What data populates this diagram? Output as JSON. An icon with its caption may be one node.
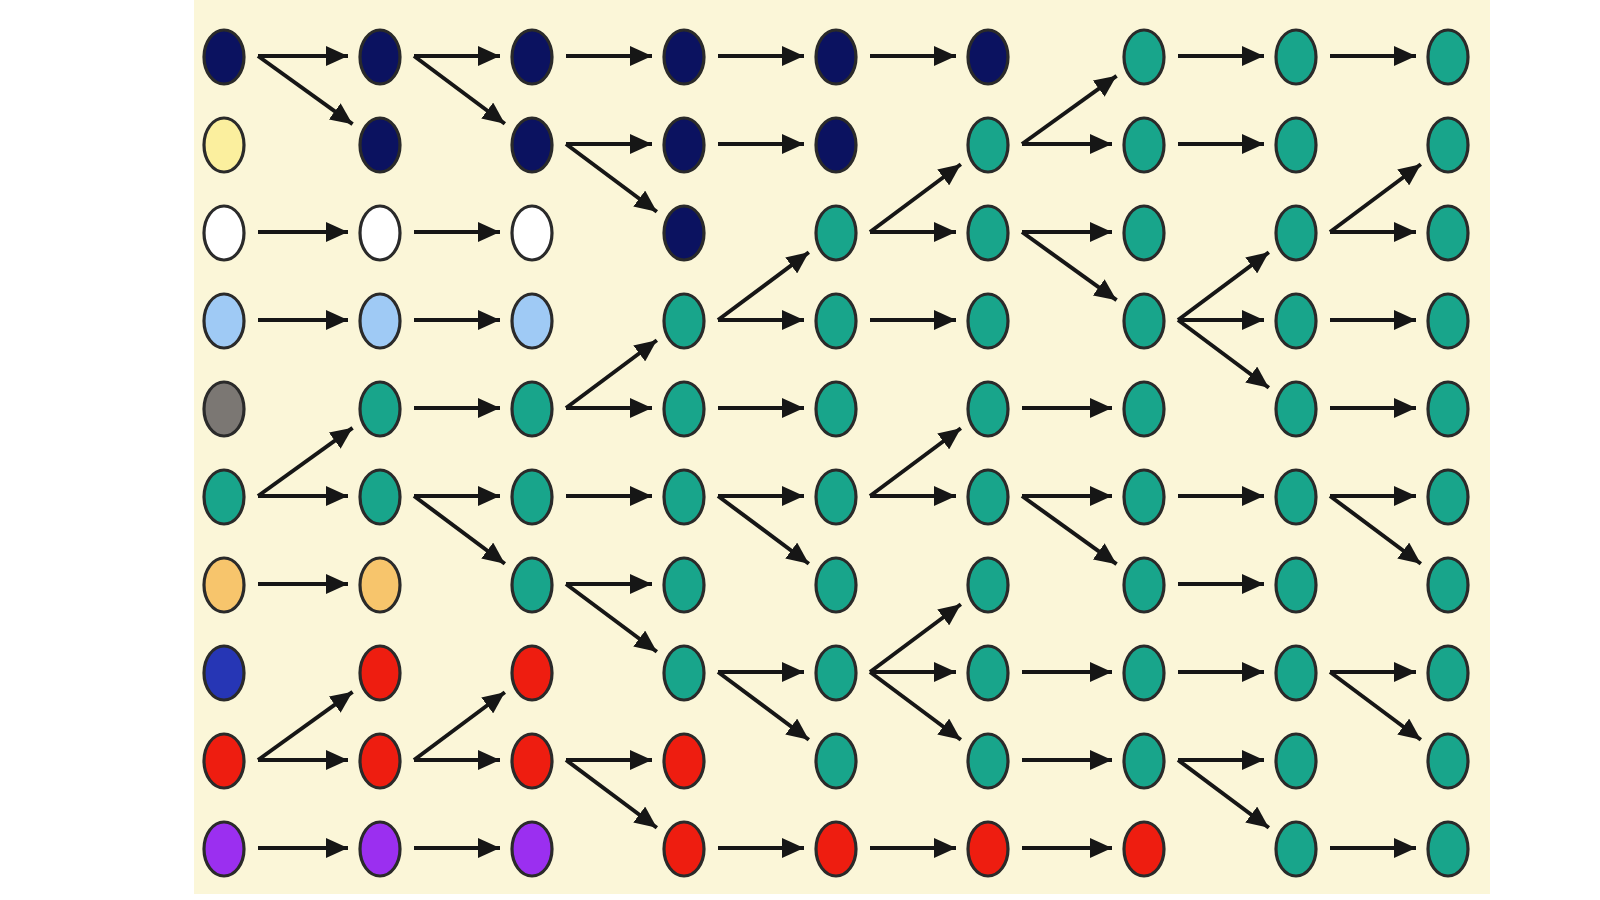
{
  "diagram": {
    "nodes": [
      {
        "text": [],
        "shape": "circle"
      },
      {
        "text": [],
        "shape": "circle"
      },
      {
        "text": [],
        "shape": "circle"
      },
      {
        "text": [],
        "shape": "circle"
      },
      {
        "text": [],
        "shape": "circle"
      },
      {
        "text": [],
        "shape": "circle"
      },
      {
        "text": [],
        "shape": "circle"
      },
      {
        "text": [],
        "shape": "circle"
      },
      {
        "text": [],
        "shape": "circle"
      },
      {
        "text": [],
        "shape": "circle"
      },
      {
        "text": [],
        "shape": "circle"
      },
      {
        "text": [],
        "shape": "circle"
      },
      {
        "text": [],
        "shape": "circle"
      },
      {
        "text": [],
        "shape": "circle"
      },
      {
        "text": [],
        "shape": "circle"
      },
      {
        "text": [],
        "shape": "circle"
      },
      {
        "text": [],
        "shape": "circle"
      },
      {
        "text": [],
        "shape": "circle"
      },
      {
        "text": [],
        "shape": "circle"
      },
      {
        "text": [],
        "shape": "circle"
      },
      {
        "text": [],
        "shape": "circle"
      },
      {
        "text": [],
        "shape": "circle"
      },
      {
        "text": [],
        "shape": "circle"
      },
      {
        "text": [],
        "shape": "circle"
      },
      {
        "text": [],
        "shape": "circle"
      },
      {
        "text": [],
        "shape": "circle"
      },
      {
        "text": [],
        "shape": "circle"
      },
      {
        "text": [],
        "shape": "circle"
      },
      {
        "text": [],
        "shape": "circle"
      },
      {
        "text": [],
        "shape": "circle"
      },
      {
        "text": [],
        "shape": "circle"
      },
      {
        "text": [],
        "shape": "circle"
      },
      {
        "text": [],
        "shape": "circle"
      },
      {
        "text": [],
        "shape": "circle"
      },
      {
        "text": [],
        "shape": "circle"
      },
      {
        "text": [],
        "shape": "circle"
      },
      {
        "text": [],
        "shape": "circle"
      },
      {
        "text": [],
        "shape": "circle"
      },
      {
        "text": [],
        "shape": "circle"
      },
      {
        "text": [],
        "shape": "circle"
      },
      {
        "text": [],
        "shape": "circle"
      },
      {
        "text": [],
        "shape": "circle"
      },
      {
        "text": [],
        "shape": "circle"
      },
      {
        "text": [],
        "shape": "circle"
      },
      {
        "text": [],
        "shape": "circle"
      },
      {
        "text": [],
        "shape": "circle"
      },
      {
        "text": [],
        "shape": "circle"
      },
      {
        "text": [],
        "shape": "circle"
      },
      {
        "text": [],
        "shape": "circle"
      },
      {
        "text": [],
        "shape": "circle"
      },
      {
        "text": [],
        "shape": "circle"
      },
      {
        "text": [],
        "shape": "circle"
      },
      {
        "text": [],
        "shape": "circle"
      },
      {
        "text": [],
        "shape": "circle"
      },
      {
        "text": [],
        "shape": "circle"
      },
      {
        "text": [],
        "shape": "circle"
      },
      {
        "text": [],
        "shape": "circle"
      },
      {
        "text": [],
        "shape": "circle"
      },
      {
        "text": [],
        "shape": "circle"
      },
      {
        "text": [],
        "shape": "circle"
      },
      {
        "text": [],
        "shape": "circle"
      },
      {
        "text": [],
        "shape": "circle"
      },
      {
        "text": [],
        "shape": "circle"
      },
      {
        "text": [],
        "shape": "circle"
      },
      {
        "text": [],
        "shape": "circle"
      },
      {
        "text": [],
        "shape": "circle"
      },
      {
        "text": [],
        "shape": "circle"
      },
      {
        "text": [],
        "shape": "circle"
      },
      {
        "text": [],
        "shape": "circle"
      },
      {
        "text": [],
        "shape": "circle"
      },
      {
        "text": [],
        "shape": "circle"
      },
      {
        "text": [],
        "shape": "circle"
      },
      {
        "text": [],
        "shape": "circle"
      },
      {
        "text": [],
        "shape": "circle"
      },
      {
        "text": [],
        "shape": "circle"
      },
      {
        "text": [],
        "shape": "circle"
      },
      {
        "text": [],
        "shape": "circle"
      },
      {
        "text": [],
        "shape": "circle"
      },
      {
        "text": [],
        "shape": "circle"
      },
      {
        "text": [],
        "shape": "circle"
      },
      {
        "text": [],
        "shape": "circle"
      },
      {
        "text": [],
        "shape": "circle"
      },
      {
        "text": [],
        "shape": "circle"
      },
      {
        "text": [],
        "shape": "circle"
      },
      {
        "text": [],
        "shape": "circle"
      },
      {
        "text": [],
        "shape": "circle"
      },
      {
        "text": [],
        "shape": "circle"
      },
      {
        "text": [],
        "shape": "circle"
      },
      {
        "text": [],
        "shape": "circle"
      },
      {
        "text": [],
        "shape": "circle"
      }
    ],
    "edges": [
      {
        "from": 0,
        "to": 1,
        "arrow": "to"
      },
      {
        "from": 0,
        "to": 10,
        "arrow": "to"
      },
      {
        "from": 18,
        "to": 19,
        "arrow": "to"
      },
      {
        "from": 27,
        "to": 28,
        "arrow": "to"
      },
      {
        "from": 45,
        "to": 37,
        "arrow": "to"
      },
      {
        "from": 45,
        "to": 46,
        "arrow": "to"
      },
      {
        "from": 54,
        "to": 55,
        "arrow": "to"
      },
      {
        "from": 72,
        "to": 64,
        "arrow": "to"
      },
      {
        "from": 72,
        "to": 73,
        "arrow": "to"
      },
      {
        "from": 81,
        "to": 82,
        "arrow": "to"
      },
      {
        "from": 1,
        "to": 2,
        "arrow": "to"
      },
      {
        "from": 1,
        "to": 11,
        "arrow": "to"
      },
      {
        "from": 19,
        "to": 20,
        "arrow": "to"
      },
      {
        "from": 28,
        "to": 29,
        "arrow": "to"
      },
      {
        "from": 37,
        "to": 38,
        "arrow": "to"
      },
      {
        "from": 46,
        "to": 47,
        "arrow": "to"
      },
      {
        "from": 46,
        "to": 56,
        "arrow": "to"
      },
      {
        "from": 73,
        "to": 65,
        "arrow": "to"
      },
      {
        "from": 73,
        "to": 74,
        "arrow": "to"
      },
      {
        "from": 82,
        "to": 83,
        "arrow": "to"
      },
      {
        "from": 2,
        "to": 3,
        "arrow": "to"
      },
      {
        "from": 11,
        "to": 12,
        "arrow": "to"
      },
      {
        "from": 11,
        "to": 21,
        "arrow": "to"
      },
      {
        "from": 38,
        "to": 30,
        "arrow": "to"
      },
      {
        "from": 38,
        "to": 39,
        "arrow": "to"
      },
      {
        "from": 47,
        "to": 48,
        "arrow": "to"
      },
      {
        "from": 56,
        "to": 57,
        "arrow": "to"
      },
      {
        "from": 56,
        "to": 66,
        "arrow": "to"
      },
      {
        "from": 74,
        "to": 75,
        "arrow": "to"
      },
      {
        "from": 74,
        "to": 84,
        "arrow": "to"
      },
      {
        "from": 3,
        "to": 4,
        "arrow": "to"
      },
      {
        "from": 12,
        "to": 13,
        "arrow": "to"
      },
      {
        "from": 30,
        "to": 22,
        "arrow": "to"
      },
      {
        "from": 30,
        "to": 31,
        "arrow": "to"
      },
      {
        "from": 39,
        "to": 40,
        "arrow": "to"
      },
      {
        "from": 48,
        "to": 49,
        "arrow": "to"
      },
      {
        "from": 48,
        "to": 58,
        "arrow": "to"
      },
      {
        "from": 66,
        "to": 67,
        "arrow": "to"
      },
      {
        "from": 66,
        "to": 76,
        "arrow": "to"
      },
      {
        "from": 84,
        "to": 85,
        "arrow": "to"
      },
      {
        "from": 4,
        "to": 5,
        "arrow": "to"
      },
      {
        "from": 22,
        "to": 14,
        "arrow": "to"
      },
      {
        "from": 22,
        "to": 23,
        "arrow": "to"
      },
      {
        "from": 31,
        "to": 32,
        "arrow": "to"
      },
      {
        "from": 49,
        "to": 41,
        "arrow": "to"
      },
      {
        "from": 49,
        "to": 50,
        "arrow": "to"
      },
      {
        "from": 67,
        "to": 59,
        "arrow": "to"
      },
      {
        "from": 67,
        "to": 68,
        "arrow": "to"
      },
      {
        "from": 67,
        "to": 77,
        "arrow": "to"
      },
      {
        "from": 85,
        "to": 86,
        "arrow": "to"
      },
      {
        "from": 14,
        "to": 6,
        "arrow": "to"
      },
      {
        "from": 14,
        "to": 15,
        "arrow": "to"
      },
      {
        "from": 23,
        "to": 24,
        "arrow": "to"
      },
      {
        "from": 23,
        "to": 33,
        "arrow": "to"
      },
      {
        "from": 41,
        "to": 42,
        "arrow": "to"
      },
      {
        "from": 50,
        "to": 51,
        "arrow": "to"
      },
      {
        "from": 50,
        "to": 60,
        "arrow": "to"
      },
      {
        "from": 68,
        "to": 69,
        "arrow": "to"
      },
      {
        "from": 77,
        "to": 78,
        "arrow": "to"
      },
      {
        "from": 86,
        "to": 87,
        "arrow": "to"
      },
      {
        "from": 6,
        "to": 7,
        "arrow": "to"
      },
      {
        "from": 15,
        "to": 16,
        "arrow": "to"
      },
      {
        "from": 33,
        "to": 25,
        "arrow": "to"
      },
      {
        "from": 33,
        "to": 34,
        "arrow": "to"
      },
      {
        "from": 33,
        "to": 43,
        "arrow": "to"
      },
      {
        "from": 51,
        "to": 52,
        "arrow": "to"
      },
      {
        "from": 60,
        "to": 61,
        "arrow": "to"
      },
      {
        "from": 69,
        "to": 70,
        "arrow": "to"
      },
      {
        "from": 78,
        "to": 79,
        "arrow": "to"
      },
      {
        "from": 78,
        "to": 88,
        "arrow": "to"
      },
      {
        "from": 7,
        "to": 8,
        "arrow": "to"
      },
      {
        "from": 25,
        "to": 17,
        "arrow": "to"
      },
      {
        "from": 25,
        "to": 26,
        "arrow": "to"
      },
      {
        "from": 34,
        "to": 35,
        "arrow": "to"
      },
      {
        "from": 43,
        "to": 44,
        "arrow": "to"
      },
      {
        "from": 52,
        "to": 53,
        "arrow": "to"
      },
      {
        "from": 52,
        "to": 62,
        "arrow": "to"
      },
      {
        "from": 70,
        "to": 71,
        "arrow": "to"
      },
      {
        "from": 70,
        "to": 80,
        "arrow": "to"
      },
      {
        "from": 88,
        "to": 89,
        "arrow": "to"
      }
    ]
  }
}
